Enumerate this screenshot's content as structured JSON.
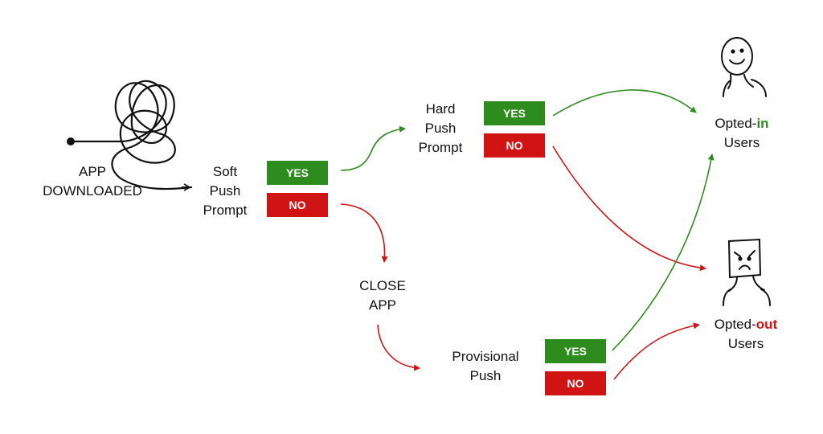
{
  "colors": {
    "yes": "#2e8b1e",
    "no": "#d01414",
    "line": "#111111"
  },
  "nodes": {
    "app_downloaded": {
      "line1": "APP",
      "line2": "DOWNLOADED"
    },
    "soft_push": {
      "line1": "Soft",
      "line2": "Push",
      "line3": "Prompt"
    },
    "hard_push": {
      "line1": "Hard",
      "line2": "Push",
      "line3": "Prompt"
    },
    "close_app": {
      "line1": "CLOSE",
      "line2": "APP"
    },
    "provisional_push": {
      "line1": "Provisional",
      "line2": "Push"
    },
    "opted_in": {
      "prefix": "Opted-",
      "highlight": "in",
      "line2": "Users"
    },
    "opted_out": {
      "prefix": "Opted-",
      "highlight": "out",
      "line2": "Users"
    }
  },
  "buttons": {
    "yes": "YES",
    "no": "NO"
  },
  "icons": {
    "opted_in": "smiling-person-icon",
    "opted_out": "angry-person-icon"
  }
}
